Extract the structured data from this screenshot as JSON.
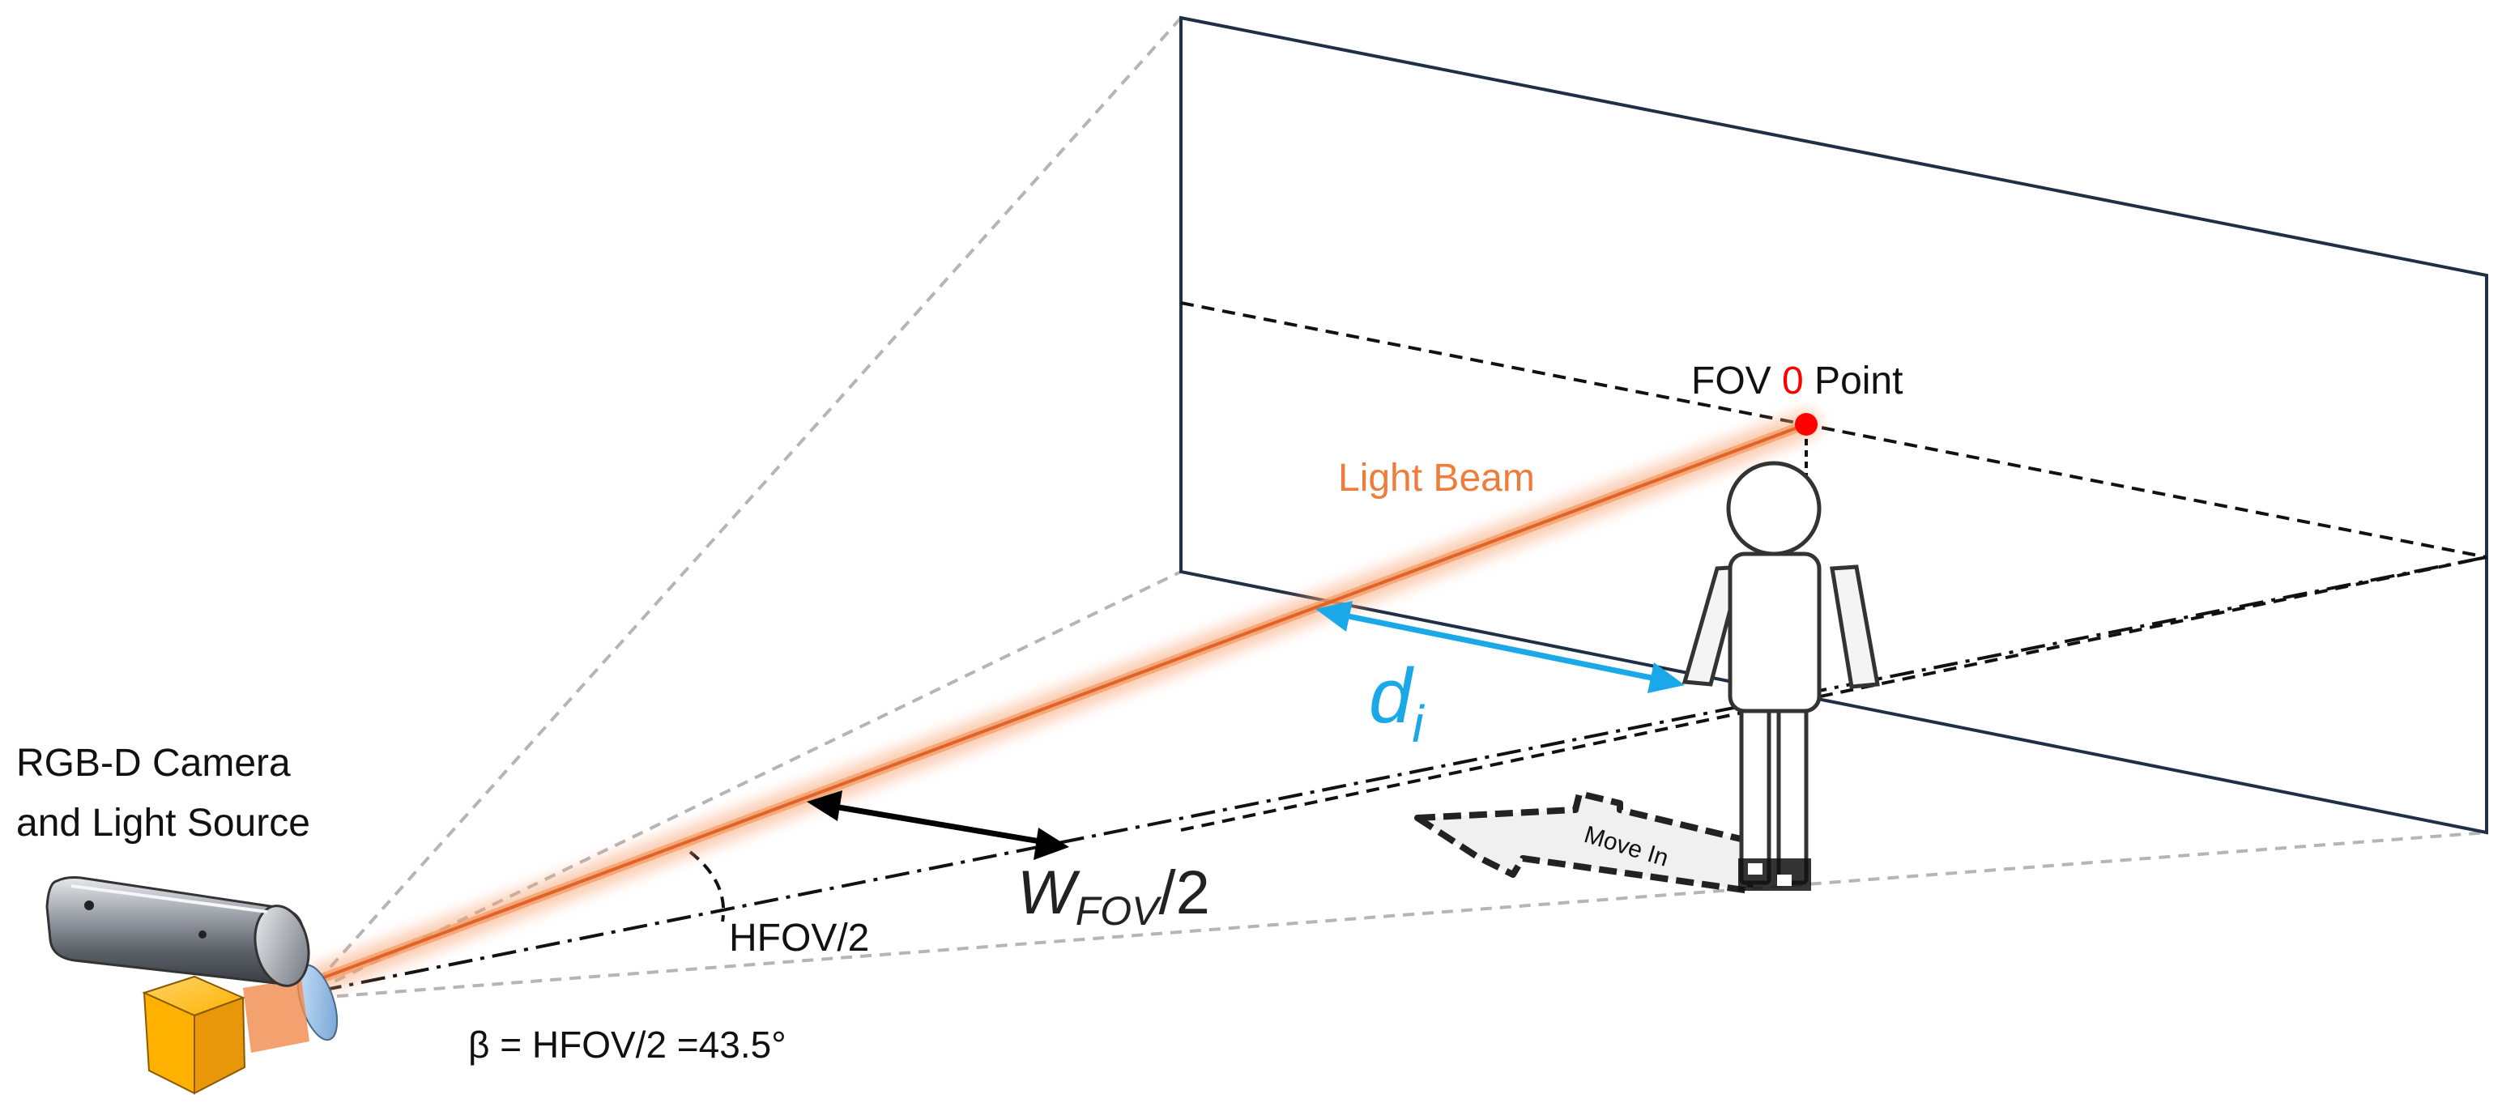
{
  "labels": {
    "camera_line1": "RGB-D Camera",
    "camera_line2": "and Light Source",
    "fov_prefix": "FOV ",
    "fov_zero": "0",
    "fov_suffix": " Point",
    "light_beam": "Light Beam",
    "distance_main": "d",
    "distance_sub": "i",
    "width_main": "W",
    "width_sub": "FOV",
    "width_suffix": "/2",
    "hfov_half": "HFOV/2",
    "beta_equation": "β = HFOV/2 =43.5°",
    "move_in": "Move In"
  },
  "colors": {
    "beam": "#ee7d3b",
    "beam_glow": "#f8a070",
    "fov_point": "#ff0000",
    "distance_arrow": "#1aa8e8",
    "wall_outline": "#1f2f44",
    "frustum_lines": "#b0b0b0",
    "camera_body": "#8a8f96",
    "light_cube": "#ffb100"
  },
  "icons": {
    "camera": "depth-camera-icon",
    "light": "light-source-cube-icon",
    "person": "person-figure-icon",
    "move_arrow": "move-in-arrow-icon"
  }
}
